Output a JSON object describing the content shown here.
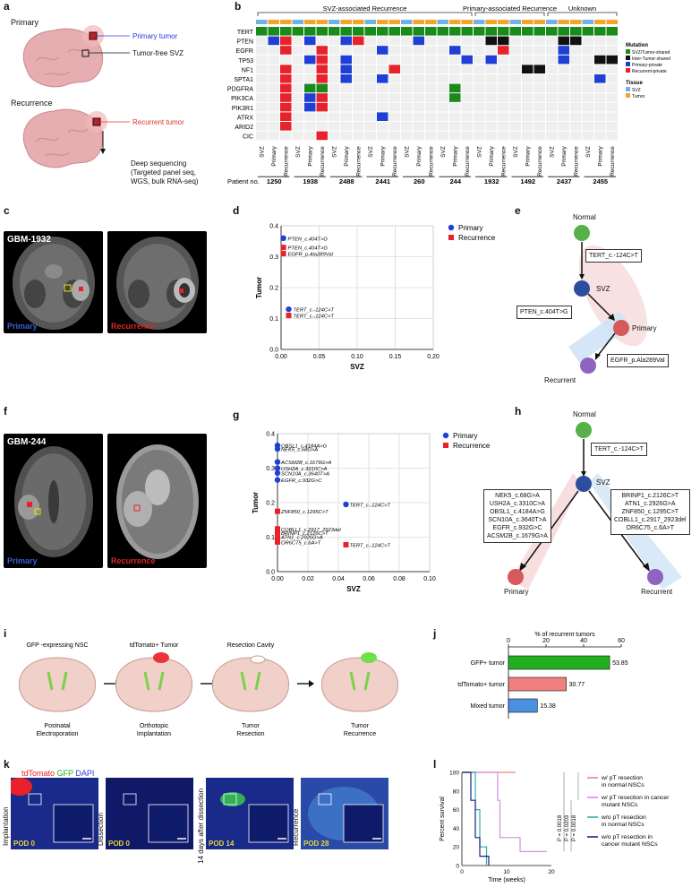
{
  "panels": {
    "a": "a",
    "b": "b",
    "c": "c",
    "d": "d",
    "e": "e",
    "f": "f",
    "g": "g",
    "h": "h",
    "i": "i",
    "j": "j",
    "k": "k",
    "l": "l"
  },
  "panel_a": {
    "primary": "Primary",
    "primary_tumor": "Primary tumor",
    "tumor_free_svz": "Tumor-free SVZ",
    "recurrence": "Recurrence",
    "recurrent_tumor": "Recurrent tumor",
    "deep_seq": [
      "Deep sequencing",
      "(Targeted panel seq,",
      "WGS, bulk RNA-seq)"
    ]
  },
  "panel_b": {
    "groups": [
      "SVZ-associated Recurrence",
      "Primary-associated Recurrence",
      "Unknown"
    ],
    "genes": [
      "TERT",
      "PTEN",
      "EGFR",
      "TP53",
      "NF1",
      "SPTA1",
      "PDGFRA",
      "PIK3CA",
      "PIK3R1",
      "ATRX",
      "ARID2",
      "CIC"
    ],
    "patient_label": "Patient no.",
    "patients": [
      "1250",
      "1938",
      "2488",
      "2441",
      "260",
      "244",
      "1932",
      "1492",
      "2437",
      "2455"
    ],
    "sample_labels": [
      "SVZ",
      "Primary",
      "Recurrence"
    ],
    "legend": {
      "mutation_title": "Mutation",
      "mutation": [
        {
          "label": "SVZ/Tumor-shared",
          "color": "#1a8a1a"
        },
        {
          "label": "Inter-Tumor-shared",
          "color": "#111111"
        },
        {
          "label": "Primary-private",
          "color": "#1f3fd6"
        },
        {
          "label": "Recurrent-private",
          "color": "#e8222a"
        }
      ],
      "tissue_title": "Tissue",
      "tissue": [
        {
          "label": "SVZ",
          "color": "#6fb3e6"
        },
        {
          "label": "Tumor",
          "color": "#f2a52a"
        }
      ]
    }
  },
  "panel_c": {
    "title": "GBM-1932",
    "primary": "Primary",
    "recurrence": "Recurrence"
  },
  "panel_d": {
    "chart_data": {
      "type": "scatter",
      "xlabel": "SVZ",
      "ylabel": "Tumor",
      "xlim": [
        0,
        0.2
      ],
      "ylim": [
        0,
        0.4
      ],
      "xticks": [
        "0.00",
        "0.05",
        "0.10",
        "0.15",
        "0.20"
      ],
      "yticks": [
        "0.0",
        "0.1",
        "0.2",
        "0.3",
        "0.4"
      ],
      "series": [
        {
          "name": "Primary",
          "color": "#1f3fd6",
          "shape": "circle",
          "points": [
            {
              "x": 0.003,
              "y": 0.36,
              "label": "PTEN_c.404T>G"
            },
            {
              "x": 0.01,
              "y": 0.13,
              "label": "TERT_c.-124C>T"
            }
          ]
        },
        {
          "name": "Recurrence",
          "color": "#e8222a",
          "shape": "square",
          "points": [
            {
              "x": 0.003,
              "y": 0.33,
              "label": "PTEN_c.404T>G"
            },
            {
              "x": 0.003,
              "y": 0.31,
              "label": "EGFR_p.Ala289Val"
            },
            {
              "x": 0.01,
              "y": 0.11,
              "label": "TERT_c.-124C>T"
            }
          ]
        }
      ]
    }
  },
  "panel_e": {
    "normal": "Normal",
    "svz": "SVZ",
    "primary": "Primary",
    "recurrent": "Recurrent",
    "mut1": "TERT_c.-124C>T",
    "mut2": "PTEN_c.404T>G",
    "mut3": "EGFR_p.Ala289Val"
  },
  "panel_f": {
    "title": "GBM-244",
    "primary": "Primary",
    "recurrence": "Recurrence"
  },
  "panel_g": {
    "chart_data": {
      "type": "scatter",
      "xlabel": "SVZ",
      "ylabel": "Tumor",
      "xlim": [
        0,
        0.1
      ],
      "ylim": [
        0,
        0.4
      ],
      "xticks": [
        "0.00",
        "0.02",
        "0.04",
        "0.06",
        "0.08",
        "0.10"
      ],
      "yticks": [
        "0.0",
        "0.1",
        "0.2",
        "0.3",
        "0.4"
      ],
      "series": [
        {
          "name": "Primary",
          "color": "#1f3fd6",
          "shape": "circle",
          "points": [
            {
              "x": 0.0,
              "y": 0.366,
              "label": "OBSL1_c.4184A>G"
            },
            {
              "x": 0.0,
              "y": 0.356,
              "label": "NEK5_c.68G>A"
            },
            {
              "x": 0.0,
              "y": 0.318,
              "label": "ACSM2B_c.1679G>A"
            },
            {
              "x": 0.0,
              "y": 0.3,
              "label": "USH2A_c.3310C>A"
            },
            {
              "x": 0.0,
              "y": 0.286,
              "label": "SCN10A_c.3640T>A"
            },
            {
              "x": 0.0,
              "y": 0.266,
              "label": "EGFR_c.932G>C"
            },
            {
              "x": 0.045,
              "y": 0.195,
              "label": "TERT_c.-124C>T"
            }
          ]
        },
        {
          "name": "Recurrence",
          "color": "#e8222a",
          "shape": "square",
          "points": [
            {
              "x": 0.0,
              "y": 0.175,
              "label": "ZNF850_c.1295C>T"
            },
            {
              "x": 0.0,
              "y": 0.124,
              "label": "COBLL1_c.2917_2923del"
            },
            {
              "x": 0.0,
              "y": 0.113,
              "label": "BRINP1_c.2126C>T"
            },
            {
              "x": 0.0,
              "y": 0.101,
              "label": "ATN1_c.2926G>A"
            },
            {
              "x": 0.0,
              "y": 0.086,
              "label": "OR6C75_c.6A>T"
            },
            {
              "x": 0.045,
              "y": 0.078,
              "label": "TERT_c.-124C>T"
            }
          ]
        }
      ]
    }
  },
  "panel_h": {
    "normal": "Normal",
    "svz": "SVZ",
    "primary": "Primary",
    "recurrent": "Recurrent",
    "mut1": "TERT_c.-124C>T",
    "left_box": [
      "NEK5_c.68G>A",
      "USH2A_c.3310C>A",
      "OBSL1_c.4184A>G",
      "SCN10A_c.3640T>A",
      "EGFR_c.932G>C",
      "ACSM2B_c.1679G>A"
    ],
    "right_box": [
      "BRINP1_c.2126C>T",
      "ATN1_c.2926G>A",
      "ZNF850_c.1295C>T",
      "COBLL1_c.2917_2923del",
      "OR6C75_c.6A>T"
    ]
  },
  "panel_i": {
    "steps": [
      {
        "top": "GFP -expressing NSC",
        "bottom": [
          "Postnatal",
          "Electroporation"
        ]
      },
      {
        "top": "tdTomato+ Tumor",
        "bottom": [
          "Orthotopic",
          "Implantation"
        ]
      },
      {
        "top": "Resection Cavity",
        "bottom": [
          "Tumor",
          "Resection"
        ]
      },
      {
        "top": "",
        "bottom": [
          "Tumor",
          "Recurrence"
        ]
      }
    ]
  },
  "panel_j": {
    "chart_data": {
      "type": "bar",
      "title": "% of recurrent tumors",
      "categories": [
        "GFP+ tumor",
        "tdTomato+ tumor",
        "Mixed tumor"
      ],
      "values": [
        53.85,
        30.77,
        15.38
      ],
      "value_labels": [
        "53.85",
        "30.77",
        "15.38"
      ],
      "colors": [
        "#22b022",
        "#f08080",
        "#4a8fe0"
      ],
      "xlim": [
        0,
        60
      ],
      "xticks": [
        "0",
        "20",
        "40",
        "60"
      ]
    }
  },
  "panel_k": {
    "legend": {
      "tdTomato": "tdTomato",
      "gfp": "GFP",
      "dapi": "DAPI"
    },
    "images": [
      {
        "side": "Implantation",
        "pod": "POD 0"
      },
      {
        "side": "Dissection",
        "pod": "POD 0"
      },
      {
        "side": "14 days after dissection",
        "pod": "POD 14"
      },
      {
        "side": "Recurrence",
        "pod": "POD 28"
      }
    ]
  },
  "panel_l": {
    "chart_data": {
      "type": "line",
      "xlabel": "Time (weeks)",
      "ylabel": "Percent survival",
      "xlim": [
        0,
        20
      ],
      "ylim": [
        0,
        100
      ],
      "xticks": [
        "0",
        "10",
        "20"
      ],
      "yticks": [
        "0",
        "20",
        "40",
        "60",
        "80",
        "100"
      ],
      "series": [
        {
          "name": "w/ pT resection in normal NSCs",
          "color": "#f08080",
          "steps": [
            [
              0,
              100
            ],
            [
              12,
              100
            ]
          ]
        },
        {
          "name": "w/ pT resection in cancer mutant NSCs",
          "color": "#d68ce6",
          "steps": [
            [
              0,
              100
            ],
            [
              8,
              100
            ],
            [
              8,
              70
            ],
            [
              8.5,
              70
            ],
            [
              8.5,
              30
            ],
            [
              13,
              30
            ],
            [
              13,
              15
            ],
            [
              19,
              15
            ]
          ]
        },
        {
          "name": "w/o pT resection in normal NSCs",
          "color": "#2ab0b0",
          "steps": [
            [
              0,
              100
            ],
            [
              3,
              100
            ],
            [
              3,
              60
            ],
            [
              4,
              60
            ],
            [
              4,
              20
            ],
            [
              5.5,
              20
            ],
            [
              5.5,
              0
            ]
          ]
        },
        {
          "name": "w/o pT resection in cancer mutant NSCs",
          "color": "#1a237e",
          "steps": [
            [
              0,
              100
            ],
            [
              2,
              100
            ],
            [
              2,
              70
            ],
            [
              3,
              70
            ],
            [
              3,
              30
            ],
            [
              4,
              30
            ],
            [
              4,
              10
            ],
            [
              6,
              10
            ],
            [
              6,
              0
            ]
          ]
        }
      ],
      "pvalues": [
        "P = 0.0018",
        "P = 0.0203",
        "P = 0.0018"
      ]
    }
  }
}
